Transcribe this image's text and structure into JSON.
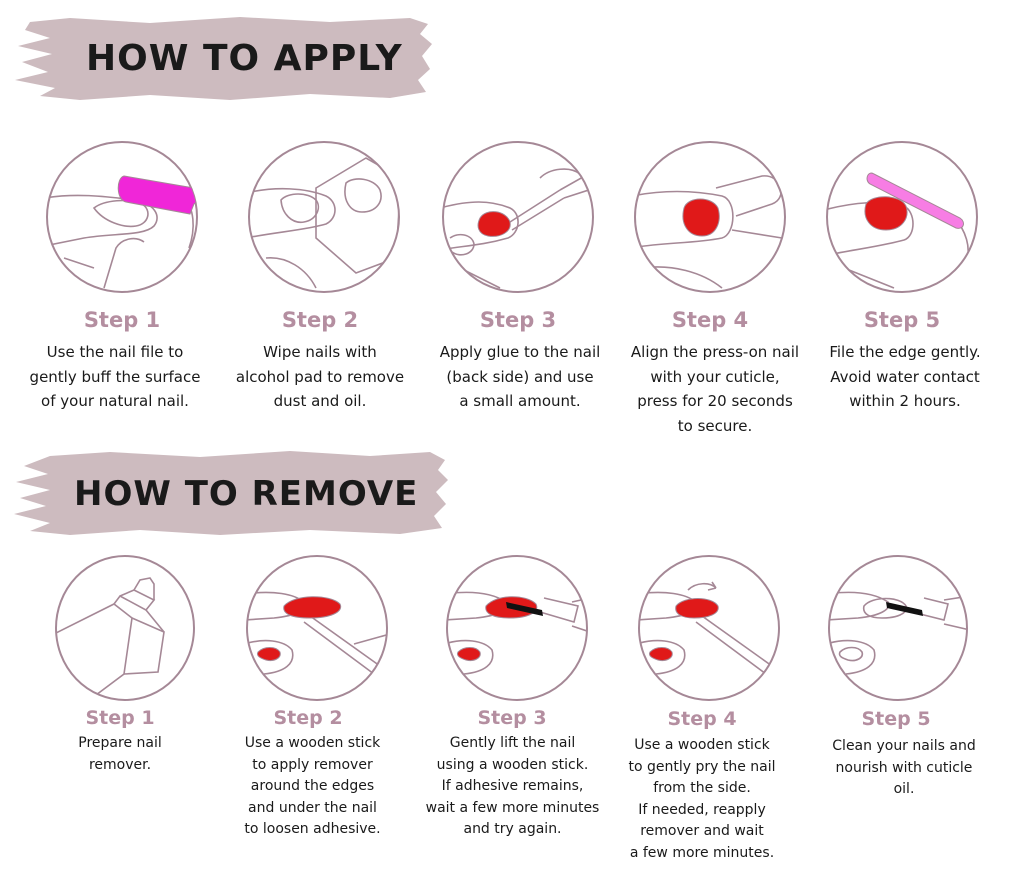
{
  "colors": {
    "banner": "#cdbbbf",
    "circle_stroke": "#a58896",
    "line": "#a58896",
    "step_label": "#b48ea0",
    "pink_file": "#f026d8",
    "red_nail": "#e01919"
  },
  "apply": {
    "title": "HOW TO APPLY",
    "steps": [
      {
        "label": "Step 1",
        "text": "Use the nail file to\ngently buff the surface\nof your natural nail.",
        "icon": "nail-file-buff-icon"
      },
      {
        "label": "Step 2",
        "text": "Wipe nails with\nalcohol pad to remove\ndust and oil.",
        "icon": "alcohol-pad-wipe-icon"
      },
      {
        "label": "Step 3",
        "text": "Apply glue to the nail\n(back side) and use\na small amount.",
        "icon": "glue-apply-icon"
      },
      {
        "label": "Step 4",
        "text": "Align the press-on nail\nwith your cuticle,\npress for 20 seconds\nto secure.",
        "icon": "press-on-nail-icon"
      },
      {
        "label": "Step 5",
        "text": "File the edge gently.\nAvoid water contact\nwithin 2 hours.",
        "icon": "file-edge-icon"
      }
    ]
  },
  "remove": {
    "title": "HOW TO REMOVE",
    "steps": [
      {
        "label": "Step 1",
        "text": "Prepare nail\nremover.",
        "icon": "remover-bottle-icon"
      },
      {
        "label": "Step 2",
        "text": "Use a wooden stick\nto apply remover\naround the edges\nand under the nail\nto loosen adhesive.",
        "icon": "wooden-stick-apply-icon"
      },
      {
        "label": "Step 3",
        "text": "Gently lift the nail\nusing a wooden stick.\nIf adhesive remains,\nwait a few more minutes\nand try again.",
        "icon": "lift-nail-icon"
      },
      {
        "label": "Step 4",
        "text": "Use a wooden stick\nto gently pry the nail\nfrom the side.\nIf needed, reapply\nremover and wait\na few more minutes.",
        "icon": "pry-nail-icon"
      },
      {
        "label": "Step 5",
        "text": "Clean your nails and\nnourish with cuticle\noil.",
        "icon": "cuticle-oil-icon"
      }
    ]
  }
}
